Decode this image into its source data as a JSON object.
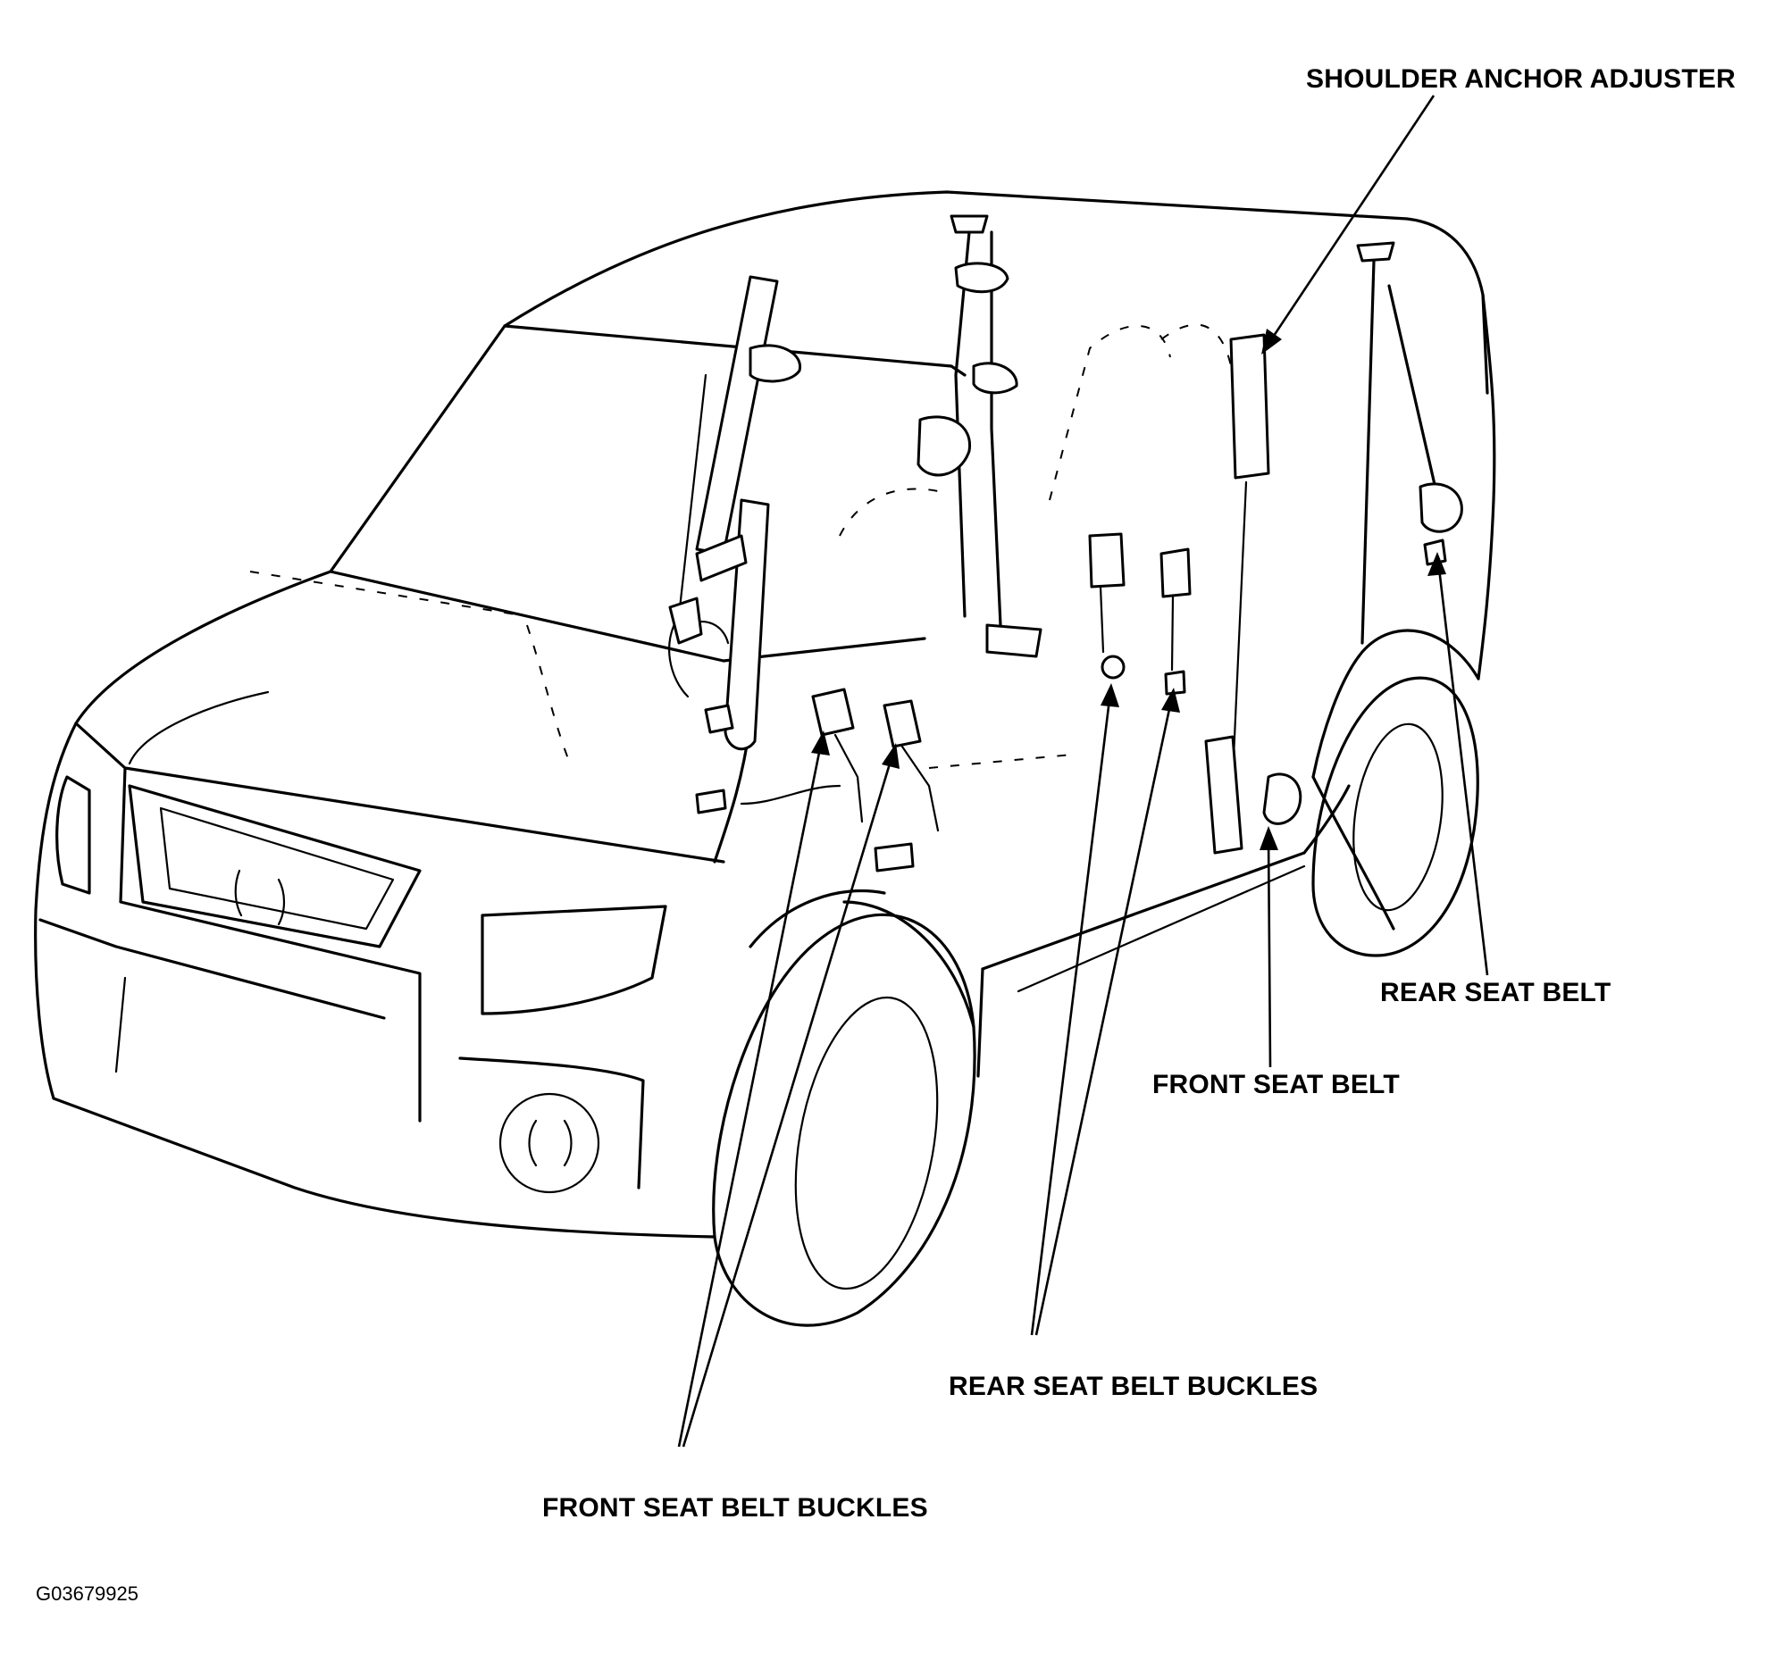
{
  "labels": {
    "shoulder_anchor_adjuster": "SHOULDER ANCHOR ADJUSTER",
    "rear_seat_belt": "REAR SEAT BELT",
    "front_seat_belt": "FRONT SEAT BELT",
    "rear_seat_belt_buckles": "REAR SEAT BELT BUCKLES",
    "front_seat_belt_buckles": "FRONT SEAT BELT BUCKLES"
  },
  "figure_code": "G03679925"
}
